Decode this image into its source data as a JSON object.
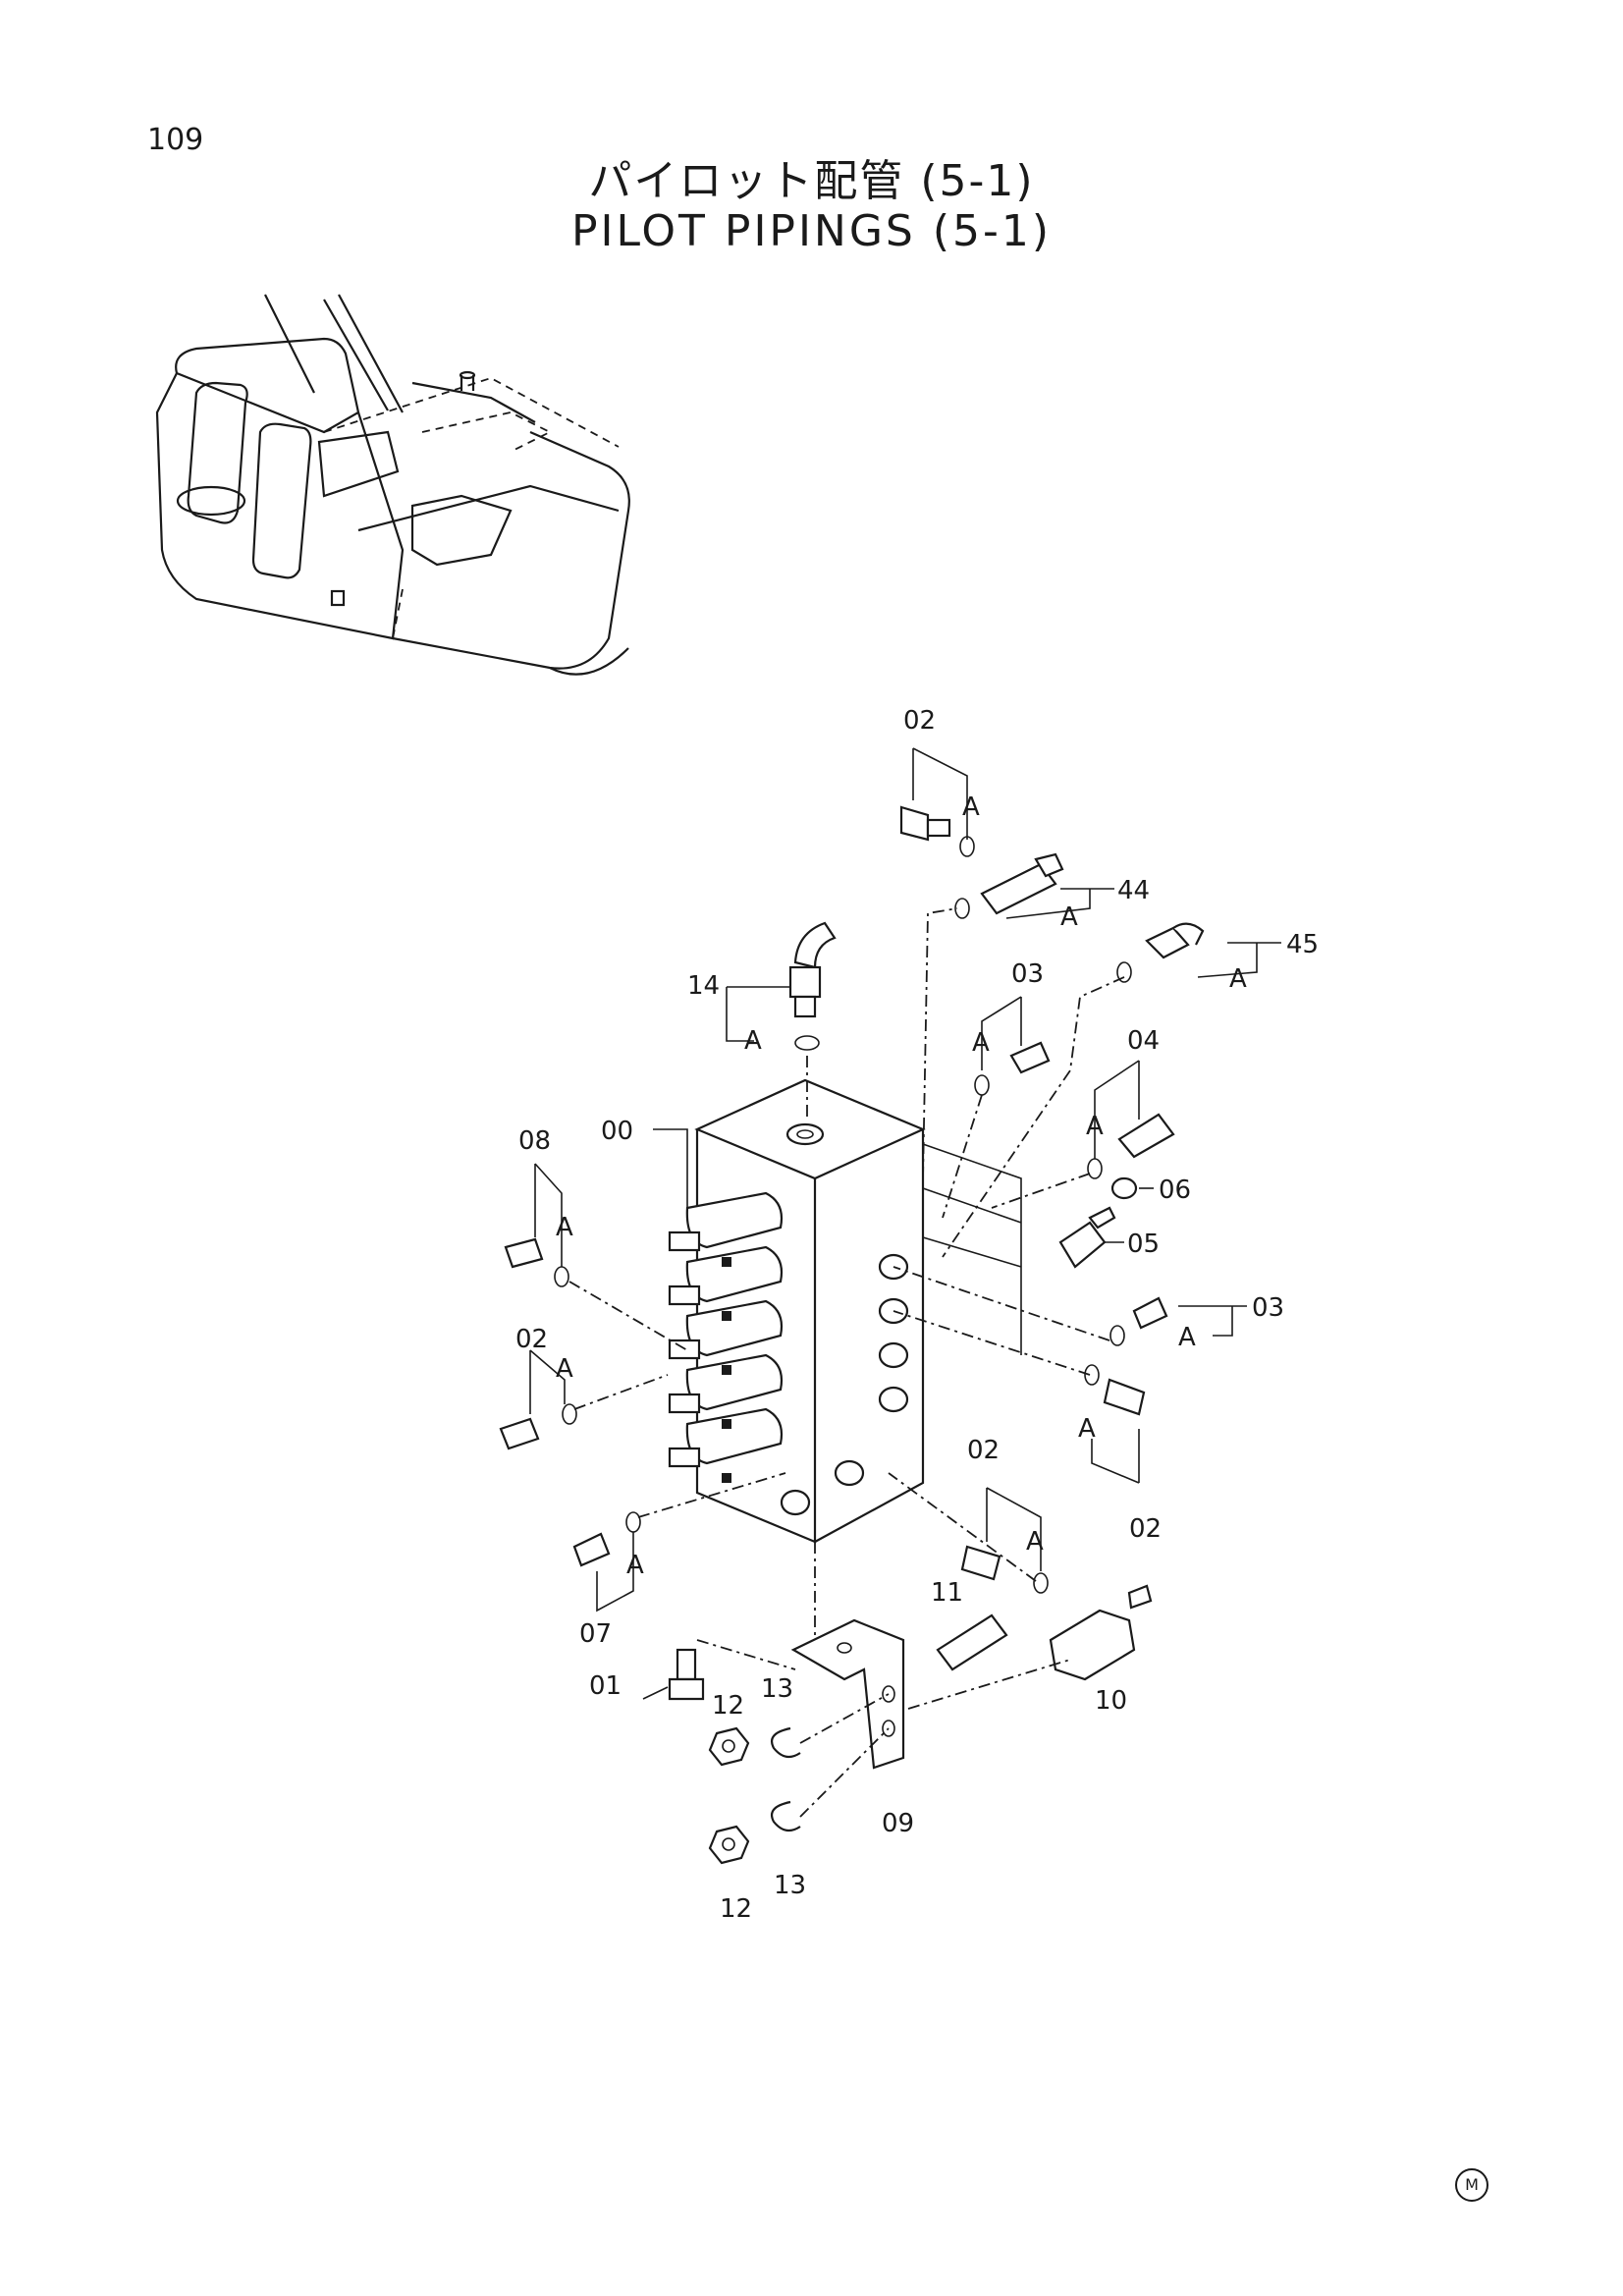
{
  "page": {
    "number": "109",
    "title_jp": "パイロット配管 (5-1)",
    "title_en": "PILOT PIPINGS (5-1)",
    "mark": "M"
  },
  "callouts": {
    "top_02": "02",
    "top_A": "A",
    "c44": "44",
    "c44_A": "A",
    "c45": "45",
    "c45_A": "A",
    "c14": "14",
    "c14_A": "A",
    "c03_top": "03",
    "c03_top_A": "A",
    "c04": "04",
    "c04_A": "A",
    "c06": "06",
    "c05": "05",
    "c08": "08",
    "c08_A": "A",
    "c00": "00",
    "c03_right": "03",
    "c03_right_A": "A",
    "c02_left": "02",
    "c02_left_A": "A",
    "c02_right": "02",
    "c02_right_A": "A",
    "c02_lower": "02",
    "c02_lower_A": "A",
    "c07": "07",
    "c07_A": "A",
    "c11": "11",
    "c10": "10",
    "c01": "01",
    "c12_top": "12",
    "c13_top": "13",
    "c09": "09",
    "c13_bottom": "13",
    "c12_bottom": "12"
  }
}
